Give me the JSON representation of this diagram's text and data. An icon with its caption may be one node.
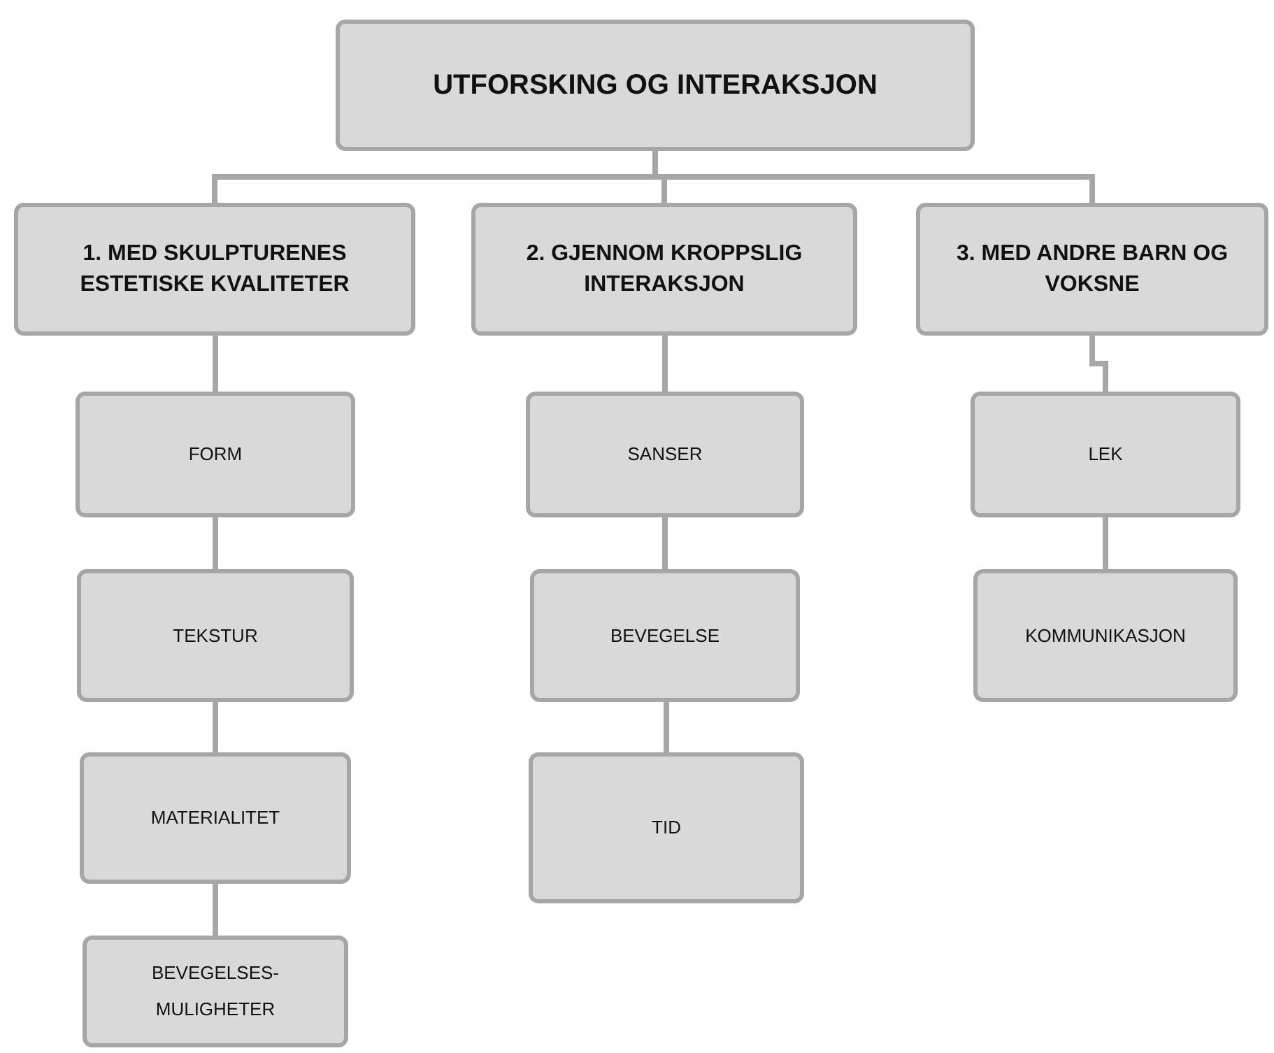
{
  "diagram": {
    "nodes": [
      {
        "text": [
          "UTFORSKING OG INTERAKSJON"
        ]
      },
      {
        "text": [
          "1. MED SKULPTURENES ESTETISKE KVALITETER"
        ]
      },
      {
        "text": [
          "2. GJENNOM KROPPSLIG INTERAKSJON"
        ]
      },
      {
        "text": [
          "3. MED ANDRE BARN OG VOKSNE"
        ]
      },
      {
        "text": [
          "FORM"
        ]
      },
      {
        "text": [
          "SANSER"
        ]
      },
      {
        "text": [
          "LEK"
        ]
      },
      {
        "text": [
          "TEKSTUR"
        ]
      },
      {
        "text": [
          "BEVEGELSE"
        ]
      },
      {
        "text": [
          "KOMMUNIKASJON"
        ]
      },
      {
        "text": [
          "MATERIALITET"
        ]
      },
      {
        "text": [
          "TID"
        ]
      },
      {
        "text": [
          "BEVEGELSES- MULIGHETER"
        ]
      }
    ],
    "edges": [
      {
        "from": 0,
        "to": 1,
        "arrow": "none"
      },
      {
        "from": 0,
        "to": 2,
        "arrow": "none"
      },
      {
        "from": 0,
        "to": 3,
        "arrow": "none"
      },
      {
        "from": 1,
        "to": 4,
        "arrow": "none"
      },
      {
        "from": 4,
        "to": 7,
        "arrow": "none"
      },
      {
        "from": 7,
        "to": 10,
        "arrow": "none"
      },
      {
        "from": 10,
        "to": 12,
        "arrow": "none"
      },
      {
        "from": 2,
        "to": 5,
        "arrow": "none"
      },
      {
        "from": 5,
        "to": 8,
        "arrow": "none"
      },
      {
        "from": 8,
        "to": 11,
        "arrow": "none"
      },
      {
        "from": 3,
        "to": 6,
        "arrow": "none"
      },
      {
        "from": 6,
        "to": 9,
        "arrow": "none"
      }
    ]
  }
}
